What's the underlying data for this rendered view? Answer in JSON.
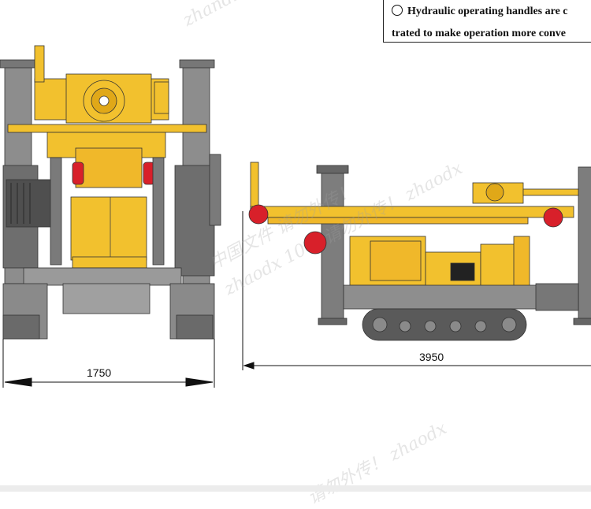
{
  "note": {
    "line1": "Hydraulic operating handles are c",
    "line2": "trated to make operation more conve"
  },
  "dimensions": {
    "front_width": "1750",
    "side_length": "3950"
  },
  "watermarks": {
    "top": "zhandi",
    "middle": "中国文件 请勿外传！",
    "middle2": "zhaodx 10",
    "side": "请勿外传！ zhaodx",
    "bottom": "请勿外传！ zhaodx"
  },
  "colors": {
    "machine_yellow": "#f2c12e",
    "frame_gray": "#8a8a8a",
    "dark_gray": "#555555",
    "accent_red": "#d8202a"
  },
  "icons": [
    "circle-bullet-icon"
  ]
}
